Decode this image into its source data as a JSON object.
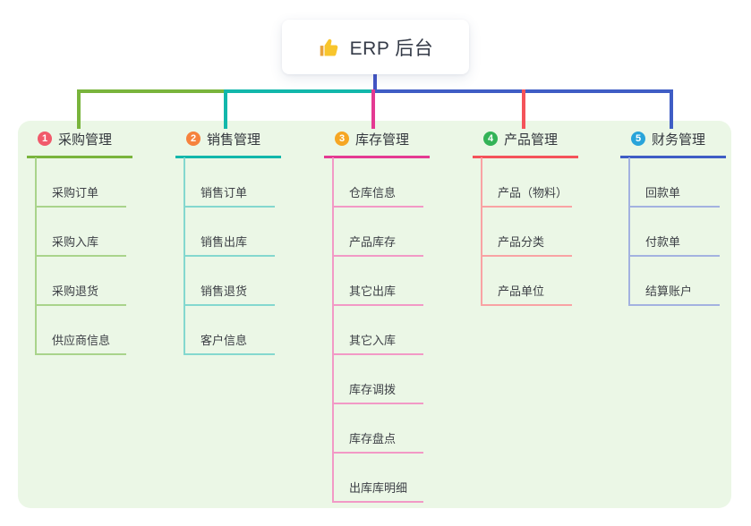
{
  "root": {
    "title": "ERP 后台",
    "icon": "thumbs-up",
    "icon_color": "#f8c52c",
    "connector_color": "#4254c5"
  },
  "panel": {
    "background": "#ebf7e6"
  },
  "branches": [
    {
      "number": "1",
      "title": "采购管理",
      "badge_color": "#f15a6b",
      "line_color": "#79b43c",
      "child_line_color": "#a9d48b",
      "children": [
        "采购订单",
        "采购入库",
        "采购退货",
        "供应商信息"
      ]
    },
    {
      "number": "2",
      "title": "销售管理",
      "badge_color": "#f6823d",
      "line_color": "#12b7ab",
      "child_line_color": "#84d8cf",
      "children": [
        "销售订单",
        "销售出库",
        "销售退货",
        "客户信息"
      ]
    },
    {
      "number": "3",
      "title": "库存管理",
      "badge_color": "#f6a623",
      "line_color": "#e43a92",
      "child_line_color": "#f299c6",
      "children": [
        "仓库信息",
        "产品库存",
        "其它出库",
        "其它入库",
        "库存调拨",
        "库存盘点",
        "出库库明细"
      ]
    },
    {
      "number": "4",
      "title": "产品管理",
      "badge_color": "#33b357",
      "line_color": "#f4535a",
      "child_line_color": "#f9a3a4",
      "children": [
        "产品（物料）",
        "产品分类",
        "产品单位"
      ]
    },
    {
      "number": "5",
      "title": "财务管理",
      "badge_color": "#29a4da",
      "line_color": "#3f5dc5",
      "child_line_color": "#a3b2e0",
      "children": [
        "回款单",
        "付款单",
        "结算账户"
      ]
    }
  ]
}
